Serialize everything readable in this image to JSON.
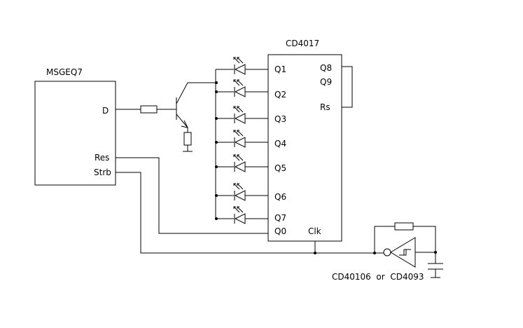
{
  "diagram": {
    "msgeq7": {
      "title": "MSGEQ7",
      "pin_d": "D",
      "pin_res": "Res",
      "pin_strb": "Strb"
    },
    "cd4017": {
      "title": "CD4017",
      "outputs": [
        "Q1",
        "Q2",
        "Q3",
        "Q4",
        "Q5",
        "Q6",
        "Q7",
        "Q0"
      ],
      "pin_q8": "Q8",
      "pin_q9": "Q9",
      "pin_rs": "Rs",
      "pin_clk": "Clk"
    },
    "oscillator_label": "CD40106  or  CD4093"
  }
}
